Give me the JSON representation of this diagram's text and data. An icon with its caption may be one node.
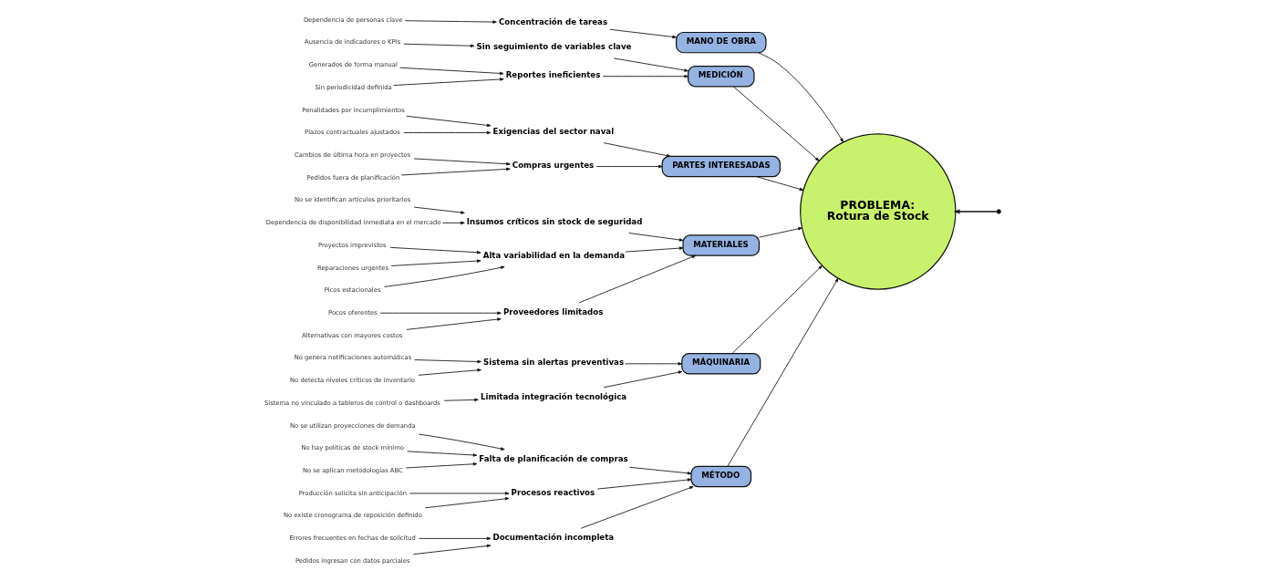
{
  "diagram": {
    "nodes": [
      {
        "text": [
          "MANO DE OBRA"
        ]
      },
      {
        "text": [
          "Concentración de tareas"
        ]
      },
      {
        "text": [
          "Dependencia de personas clave"
        ]
      },
      {
        "text": [
          "MEDICIÓN"
        ]
      },
      {
        "text": [
          "Sin seguimiento de variables clave"
        ]
      },
      {
        "text": [
          "Ausencia de indicadores o KPIs"
        ]
      },
      {
        "text": [
          "Reportes ineficientes"
        ]
      },
      {
        "text": [
          "Generados de forma manual"
        ]
      },
      {
        "text": [
          "Sin periodicidad definida"
        ]
      },
      {
        "text": [
          "PARTES INTERESADAS"
        ]
      },
      {
        "text": [
          "Exigencias del sector naval"
        ]
      },
      {
        "text": [
          "Penalidades por incumplimientos"
        ]
      },
      {
        "text": [
          "Plazos contractuales ajustados"
        ]
      },
      {
        "text": [
          "Compras urgentes"
        ]
      },
      {
        "text": [
          "Cambios de última hora en proyectos"
        ]
      },
      {
        "text": [
          "Pedidos fuera de planificación"
        ]
      },
      {
        "text": [
          "Insumos críticos sin stock de seguridad"
        ]
      },
      {
        "text": [
          "No se identifican artículos prioritarios"
        ]
      },
      {
        "text": [
          "Dependencia de disponibilidad inmediata en el mercado"
        ]
      },
      {
        "text": [
          "Alta variabilidad en la demanda"
        ]
      },
      {
        "text": [
          "Proyectos imprevistos"
        ]
      },
      {
        "text": [
          "Reparaciones urgentes"
        ]
      },
      {
        "text": [
          "Picos estacionales"
        ]
      },
      {
        "text": [
          "Proveedores limitados"
        ]
      },
      {
        "text": [
          "Pocos oferentes"
        ]
      },
      {
        "text": [
          "Alternativas con mayores costos"
        ]
      },
      {
        "text": [
          "MATERIALES"
        ]
      },
      {
        "text": [
          "Sistema sin alertas preventivas"
        ]
      },
      {
        "text": [
          "No genera notificaciones automáticas"
        ]
      },
      {
        "text": [
          "No detecta niveles críticos de inventario"
        ]
      },
      {
        "text": [
          "Limitada integración tecnológica"
        ]
      },
      {
        "text": [
          "Sistema no vinculado a tableros de control o dashboards"
        ]
      },
      {
        "text": [
          "MÁQUINARIA"
        ]
      },
      {
        "text": [
          "Falta de planificación de compras"
        ]
      },
      {
        "text": [
          "No se utilizan proyecciones de demanda"
        ]
      },
      {
        "text": [
          "No hay políticas de stock mínimo"
        ]
      },
      {
        "text": [
          "No se aplican metodologías ABC"
        ]
      },
      {
        "text": [
          "Procesos reactivos"
        ]
      },
      {
        "text": [
          "Producción solicita sin anticipación"
        ]
      },
      {
        "text": [
          "No existe cronograma de reposición definido"
        ]
      },
      {
        "text": [
          "Documentación incompleta"
        ]
      },
      {
        "text": [
          "Errores frecuentes en fechas de solicitud"
        ]
      },
      {
        "text": [
          "Pedidos ingresan con datos parciales"
        ]
      },
      {
        "text": [
          "MÉTODO"
        ]
      },
      {
        "text": [
          "PROBLEMA:",
          "Rotura de Stock"
        ]
      }
    ],
    "edges": [
      {
        "from": null,
        "to": 44,
        "arrow": "to"
      },
      {
        "from": 0,
        "to": 44,
        "arrow": "to"
      },
      {
        "from": 1,
        "to": 0,
        "arrow": "to"
      },
      {
        "from": 2,
        "to": 1,
        "arrow": "to"
      },
      {
        "from": 3,
        "to": 44,
        "arrow": "to"
      },
      {
        "from": 4,
        "to": 3,
        "arrow": "to"
      },
      {
        "from": 5,
        "to": 4,
        "arrow": "to"
      },
      {
        "from": 6,
        "to": 3,
        "arrow": "to"
      },
      {
        "from": 7,
        "to": 6,
        "arrow": "to"
      },
      {
        "from": 8,
        "to": 6,
        "arrow": "to"
      },
      {
        "from": 9,
        "to": 44,
        "arrow": "to"
      },
      {
        "from": 10,
        "to": 9,
        "arrow": "to"
      },
      {
        "from": 11,
        "to": 10,
        "arrow": "to"
      },
      {
        "from": 12,
        "to": 10,
        "arrow": "to"
      },
      {
        "from": 13,
        "to": 9,
        "arrow": "to"
      },
      {
        "from": 14,
        "to": 13,
        "arrow": "to"
      },
      {
        "from": 15,
        "to": 13,
        "arrow": "to"
      },
      {
        "from": 26,
        "to": 44,
        "arrow": "to"
      },
      {
        "from": 16,
        "to": 26,
        "arrow": "to"
      },
      {
        "from": 17,
        "to": 16,
        "arrow": "to"
      },
      {
        "from": 18,
        "to": 16,
        "arrow": "to"
      },
      {
        "from": 19,
        "to": 26,
        "arrow": "to"
      },
      {
        "from": 20,
        "to": 19,
        "arrow": "to"
      },
      {
        "from": 21,
        "to": 19,
        "arrow": "to"
      },
      {
        "from": 22,
        "to": 19,
        "arrow": "to"
      },
      {
        "from": 23,
        "to": 26,
        "arrow": "to"
      },
      {
        "from": 24,
        "to": 23,
        "arrow": "to"
      },
      {
        "from": 25,
        "to": 23,
        "arrow": "to"
      },
      {
        "from": 32,
        "to": 44,
        "arrow": "to"
      },
      {
        "from": 27,
        "to": 32,
        "arrow": "to"
      },
      {
        "from": 28,
        "to": 27,
        "arrow": "to"
      },
      {
        "from": 29,
        "to": 27,
        "arrow": "to"
      },
      {
        "from": 30,
        "to": 32,
        "arrow": "to"
      },
      {
        "from": 31,
        "to": 30,
        "arrow": "to"
      },
      {
        "from": 43,
        "to": 44,
        "arrow": "to"
      },
      {
        "from": 33,
        "to": 43,
        "arrow": "to"
      },
      {
        "from": 34,
        "to": 33,
        "arrow": "to"
      },
      {
        "from": 35,
        "to": 33,
        "arrow": "to"
      },
      {
        "from": 36,
        "to": 33,
        "arrow": "to"
      },
      {
        "from": 37,
        "to": 43,
        "arrow": "to"
      },
      {
        "from": 38,
        "to": 37,
        "arrow": "to"
      },
      {
        "from": 39,
        "to": 37,
        "arrow": "to"
      },
      {
        "from": 40,
        "to": 43,
        "arrow": "to"
      },
      {
        "from": 41,
        "to": 40,
        "arrow": "to"
      },
      {
        "from": 42,
        "to": 40,
        "arrow": "to"
      }
    ]
  }
}
